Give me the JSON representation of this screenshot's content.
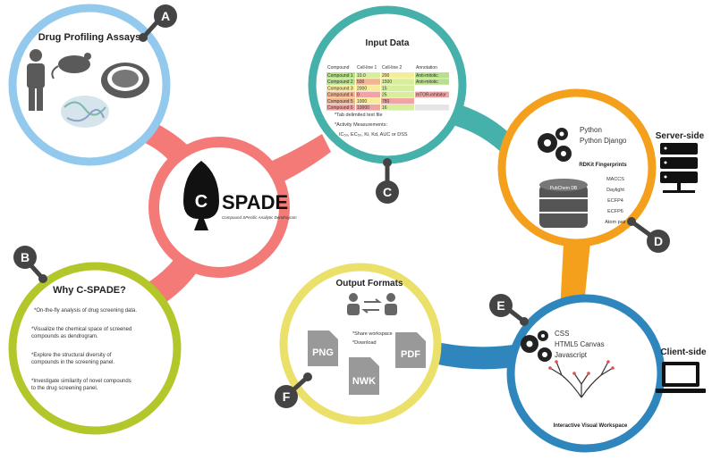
{
  "logo": {
    "letter": "C",
    "name": "SPADE",
    "tagline": "Compound SPecific Anallytic Dendrogram"
  },
  "drug_profiling": {
    "title": "Drug Profiling Assays",
    "badge": "A"
  },
  "why": {
    "title": "Why C-SPADE?",
    "badge": "B",
    "points": [
      "*On-the-fly analysis of drug screening data.",
      "*Visualize the chemical space of screened",
      "compounds as dendrogram.",
      "*Explore the structural diversity of",
      "compounds in the screening panel.",
      "*Investigate similarity of novel compounds",
      "to the drug screening panel."
    ]
  },
  "input": {
    "title": "Input Data",
    "badge": "C",
    "headers": [
      "Compound",
      "Cell-line 1",
      "Cell-line 2",
      "Annotation"
    ],
    "rows": [
      [
        "Compound 1",
        "10.0",
        "200",
        "Anti-mitotic"
      ],
      [
        "Compound 2",
        "500",
        "1500",
        "Anti-mitotic"
      ],
      [
        "Compound 3",
        "2000",
        "15",
        ""
      ],
      [
        "Compound 4",
        "0",
        "25",
        "mTOR-inhibitor"
      ],
      [
        "Compound 5",
        "1000",
        "780",
        ""
      ],
      [
        "Compound 6",
        "10000",
        "16",
        ""
      ]
    ],
    "notes": [
      "*Tab delimited text file",
      "*Activity Measurements:",
      "IC₅₀, EC₅₀, Ki, Kd, AUC or DSS"
    ]
  },
  "server": {
    "badge": "D",
    "label": "Server-side",
    "tech": [
      "Python",
      "Python Django"
    ],
    "fp_title": "RDKit Fingerprints",
    "fingerprints": [
      "MACCS",
      "Daylight",
      "ECFP4",
      "ECFP6",
      "Atom pair"
    ],
    "db_label": "PubChem DB"
  },
  "client": {
    "badge": "E",
    "label": "Client-side",
    "tech": [
      "CSS",
      "HTML5 Canvas",
      "Javascript"
    ],
    "caption": "Interactive Visual Workspace"
  },
  "output": {
    "title": "Output Formats",
    "badge": "F",
    "options": [
      "*Share workspace",
      "*Download"
    ],
    "formats": [
      "PNG",
      "PDF",
      "NWK"
    ]
  },
  "colors": {
    "blue": "#93c9ec",
    "salmon": "#f47a78",
    "teal": "#45b1aa",
    "orange": "#f5a01c",
    "olive": "#b3c62a",
    "yellow": "#ebe06a",
    "navy": "#2f86bd",
    "grey": "#5a5a5a"
  }
}
